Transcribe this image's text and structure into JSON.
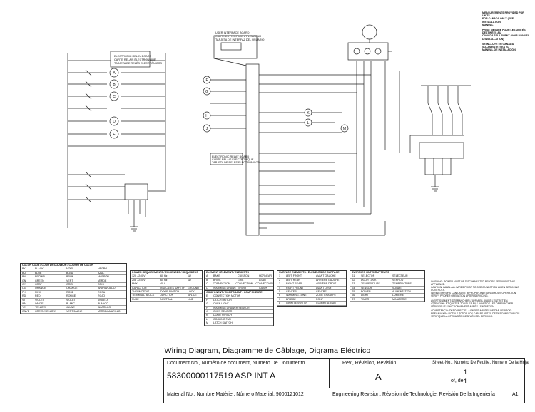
{
  "caption": "Wiring Diagram, Diagramme de Câblage, Digrama Eléctrico",
  "title_block": {
    "document_label": "Document No., Numéro de document, Numero De Documento",
    "document_value": "58300000117519 ASP INT A",
    "revision_label": "Rev., Révision, Revisión",
    "revision_value": "A",
    "sheet_label": "Sheet-No., Numéro De Feuille, Numero De la Hoja",
    "sheet_value": "1",
    "of_label": "of, de",
    "of_value": "1",
    "material_label": "Material No., Nombre Matériel, Número Material: 9000121012",
    "eng_rev_label": "Engineering Revision, Révision de Technologie, Revisión De la Ingeniería",
    "eng_rev_value": "A1"
  },
  "top_notes": [
    "MEASUREMENTS PROVIDED FOR UNITS",
    "FOR CANADA ONLY (SEE INSTALLATION",
    "MANUAL)",
    "PRISE MESURE POUR LES UNITÉS DESTINÉES AU",
    "CANADA SEULEMENT (VOIR MANUEL D'INSTALLATION)",
    "SE INCLUYE EN CANADA SOLAMENTE (VEA EL",
    "MANUAL DE INSTALACIÓN)"
  ],
  "board_labels": {
    "relay_board": [
      "ELECTRONIC RELAY BOARD",
      "CARTE RELAIS ÉLECTRONIQUE",
      "TARJETA DE RELÉS ELECTRÓNICOS"
    ],
    "user_board": [
      "USER INTERFACE BOARD",
      "CARTE D'INTERFACE UTILISATEUR",
      "TARJETA DE INTERFAZ DEL USUARIO"
    ],
    "control_board": [
      "ELECTRONIC RELAY BOARD",
      "CARTE RELAIS ÉLECTRONIQUE",
      "TARJETA DE RELÉS ELECTRÓNICOS"
    ]
  },
  "component_symbols": [
    "A",
    "B",
    "C",
    "D",
    "E",
    "F",
    "G",
    "H",
    "J",
    "K",
    "L",
    "M"
  ],
  "legend_tables": [
    {
      "title": "COLOR CODE / CODE DE COULEUR / CÓDIGO DE COLOR",
      "rows": [
        [
          "BK",
          "BLACK",
          "NOIR",
          "NEGRO"
        ],
        [
          "BU",
          "BLUE",
          "BLEU",
          "AZUL"
        ],
        [
          "BN",
          "BROWN",
          "BRUN",
          "MARRÓN"
        ],
        [
          "GN",
          "GREEN",
          "VERT",
          "VERDE"
        ],
        [
          "GY",
          "GRAY",
          "GRIS",
          "GRIS"
        ],
        [
          "OG",
          "ORANGE",
          "ORANGE",
          "ANARANJADO"
        ],
        [
          "PK",
          "PINK",
          "ROSE",
          "ROSA"
        ],
        [
          "RD",
          "RED",
          "ROUGE",
          "ROJO"
        ],
        [
          "VT",
          "VIOLET",
          "VIOLET",
          "VIOLETA"
        ],
        [
          "WH",
          "WHITE",
          "BLANC",
          "BLANCO"
        ],
        [
          "YE",
          "YELLOW",
          "JAUNE",
          "AMARILLO"
        ],
        [
          "GNYE",
          "GREEN/YELLOW",
          "VERT/JAUNE",
          "VERDE/AMARILLO"
        ]
      ]
    },
    {
      "title": "POWER REQUIREMENTS / EXIGENCES / REQUISITOS",
      "rows": [
        [
          "120 - 240 V",
          "60 Hz",
          "1Ø"
        ],
        [
          "208 - 240 V",
          "60 Hz",
          "1Ø"
        ],
        [
          "MAX",
          "40 A",
          ""
        ],
        [
          "CAPACITOR",
          "INDICATES SAFETY",
          "GROUND"
        ],
        [
          "THERMOSTAT",
          "DOOR SWITCH",
          "LOCK"
        ],
        [
          "TERMINAL BLOCK",
          "JUNCTION",
          "SPLICE"
        ],
        [
          "FUSE",
          "NEUTRAL",
          "LINE"
        ]
      ]
    },
    {
      "title": "ELEMENT / ÉLÉMENT / ELEMENTO",
      "rows": [
        [
          "A",
          "BAKE",
          "CUISSON",
          "HORNEAR"
        ],
        [
          "B",
          "BROIL",
          "GRIL",
          "ASAR"
        ],
        [
          "C",
          "CONVECTION",
          "CONVECTION",
          "CONVECCIÓN"
        ],
        [
          "D",
          "WARMING DRAWER",
          "TIROIR",
          "CAJÓN"
        ]
      ]
    },
    {
      "title": "COMPONENT / COMPOSANT / COMPONENTE",
      "rows": [
        [
          "E",
          "CONVECTION MOTOR"
        ],
        [
          "F",
          "LATCH MOTOR"
        ],
        [
          "G",
          "OVEN LIGHT"
        ],
        [
          "H",
          "WARMING DRAWER SENSOR"
        ],
        [
          "J",
          "OVEN SENSOR"
        ],
        [
          "K",
          "DOOR SWITCH"
        ],
        [
          "L",
          "COOLING FAN"
        ],
        [
          "M",
          "LATCH SWITCH"
        ]
      ]
    },
    {
      "title": "SURFACE ELEMENTS / ÉLÉMENTS DE SURFACE",
      "rows": [
        [
          "1",
          "LEFT FRONT",
          "AVANT GAUCHE"
        ],
        [
          "2",
          "LEFT REAR",
          "ARRIÈRE GAUCHE"
        ],
        [
          "3",
          "RIGHT REAR",
          "ARRIÈRE DROIT"
        ],
        [
          "4",
          "RIGHT FRONT",
          "AVANT DROIT"
        ],
        [
          "5",
          "CENTER",
          "CENTRE"
        ],
        [
          "6",
          "WARMING ZONE",
          "ZONE CHAUFFE"
        ],
        [
          "7",
          "BRIDGE",
          "PONT"
        ],
        [
          "8",
          "INFINITE SWITCH",
          "COMMUTATEUR"
        ]
      ]
    },
    {
      "title": "SWITCHES / INTERRUPTEURS",
      "rows": [
        [
          "S1",
          "SELECTOR",
          "SÉLECTEUR"
        ],
        [
          "S2",
          "DOOR LOCK",
          "VERROU"
        ],
        [
          "S3",
          "TEMPERATURE",
          "TEMPÉRATURE"
        ],
        [
          "S4",
          "SENSOR",
          "SONDE"
        ],
        [
          "S5",
          "POWER",
          "ALIMENTATION"
        ],
        [
          "S6",
          "LIGHT",
          "LUMIÈRE"
        ],
        [
          "S7",
          "TIMER",
          "MINUTERIE"
        ]
      ]
    }
  ],
  "warning_text": [
    "WARNING: POWER MUST BE DISCONNECTED BEFORE SERVICING THIS APPLIANCE.",
    "CAUTION: LABEL ALL WIRES PRIOR TO DISCONNECTION WHEN SERVICING CONTROLS.",
    "WIRING ERRORS CAN CAUSE IMPROPER AND DANGEROUS OPERATION.",
    "VERIFY PROPER OPERATION AFTER SERVICING.",
    "AVERTISSEMENT: DÉBRANCHER L'APPAREIL AVANT L'ENTRETIEN.",
    "ATTENTION: ÉTIQUETER TOUS LES FILS AVANT DE LES DÉBRANCHER.",
    "VÉRIFIER LE FONCTIONNEMENT APRÈS L'ENTRETIEN.",
    "ADVERTENCIA: DESCONECTE LA ENERGÍA ANTES DE DAR SERVICIO.",
    "PRECAUCIÓN: ROTULE TODOS LOS CABLES ANTES DE DESCONECTARLOS.",
    "VERIFIQUE LA OPERACIÓN DESPUÉS DEL SERVICIO."
  ]
}
